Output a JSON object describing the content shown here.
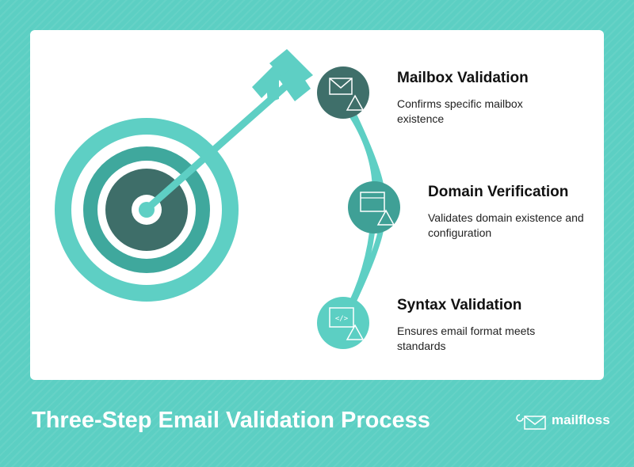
{
  "steps": [
    {
      "title": "Mailbox Validation",
      "desc": "Confirms specific mailbox existence",
      "icon": "mailbox-warning-icon",
      "color": "#3f6f6a"
    },
    {
      "title": "Domain Verification",
      "desc": "Validates domain existence and configuration",
      "icon": "browser-warning-icon",
      "color": "#3fa096"
    },
    {
      "title": "Syntax Validation",
      "desc": "Ensures email format meets standards",
      "icon": "code-warning-icon",
      "color": "#5ccfc3"
    }
  ],
  "footer": {
    "title": "Three-Step Email Validation Process",
    "brand": "mailfloss"
  }
}
